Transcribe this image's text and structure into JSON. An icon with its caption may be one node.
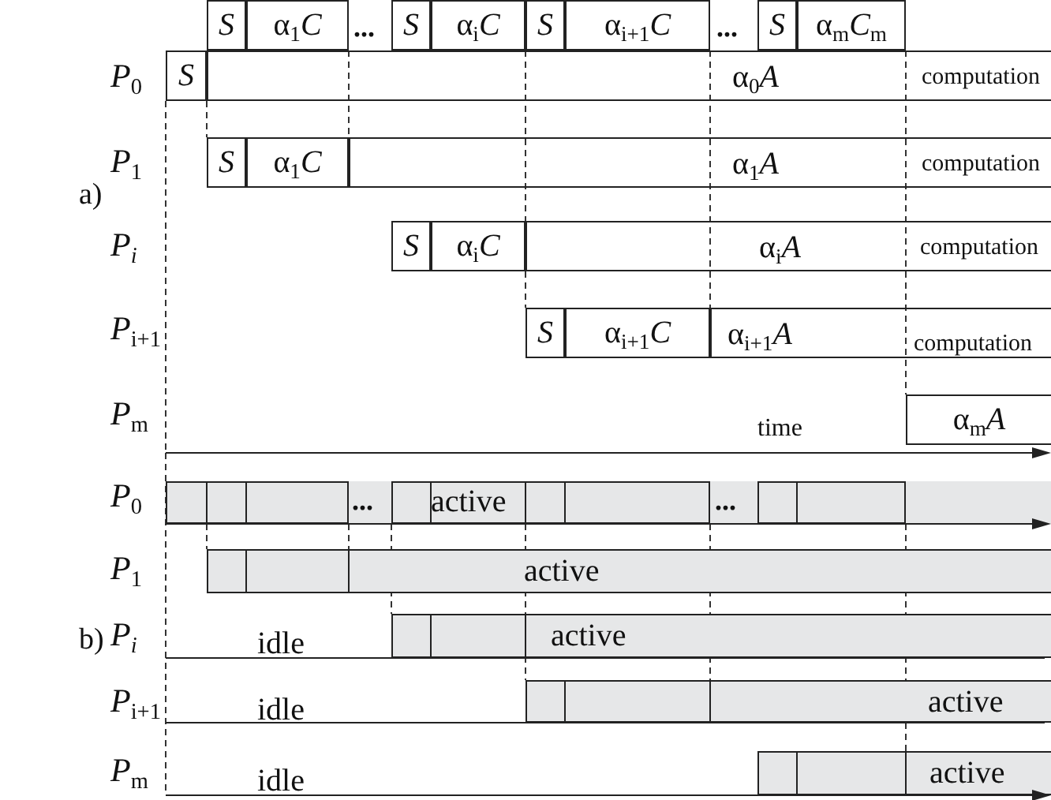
{
  "diagram": {
    "nodes": [
      {
        "text": [
          "S"
        ]
      },
      {
        "text": [
          "α$_{1}$*C*"
        ]
      },
      {
        "text": [
          "S"
        ]
      },
      {
        "text": [
          "α$_{i}$*C*"
        ]
      },
      {
        "text": [
          "S"
        ]
      },
      {
        "text": [
          "α$_{i+1}$*C*"
        ]
      },
      {
        "text": [
          "S"
        ]
      },
      {
        "text": [
          "α$_{m}$*C*$_{m}$"
        ]
      },
      {
        "text": [
          "S"
        ]
      },
      {
        "text": [
          "α$_{0}$*A*",
          "computation"
        ]
      },
      {
        "text": [
          "S"
        ]
      },
      {
        "text": [
          "α$_{1}$*C*"
        ]
      },
      {
        "text": [
          "α$_{1}$*A*",
          "computation"
        ]
      },
      {
        "text": [
          "S"
        ]
      },
      {
        "text": [
          "α$_{i}$*C*"
        ]
      },
      {
        "text": [
          "α$_{i}$*A*",
          "computation"
        ]
      },
      {
        "text": [
          "S"
        ]
      },
      {
        "text": [
          "α$_{i+1}$*C*"
        ]
      },
      {
        "text": [
          "α$_{i+1}$*A*",
          "computation"
        ]
      },
      {
        "text": [
          "α$_{m}$*A*"
        ]
      },
      {
        "text": [
          "active"
        ]
      },
      {
        "text": [
          "active"
        ]
      },
      {
        "text": [
          "active"
        ]
      },
      {
        "text": [
          "active"
        ]
      },
      {
        "text": [
          "active"
        ]
      }
    ],
    "labels": [
      "...",
      "...",
      "*P*$_{0}$",
      "*P*$_{1}$",
      "a)",
      "P$_{i}$",
      "*P*$_{i+1}$",
      "*P*$_{m}$",
      "time",
      "*P*$_{0}$",
      "...",
      "...",
      "*P*$_{1}$",
      "b)",
      "P$_{i}$",
      "idle",
      "*P*$_{i+1}$",
      "idle",
      "*P*$_{m}$",
      "idle"
    ]
  }
}
